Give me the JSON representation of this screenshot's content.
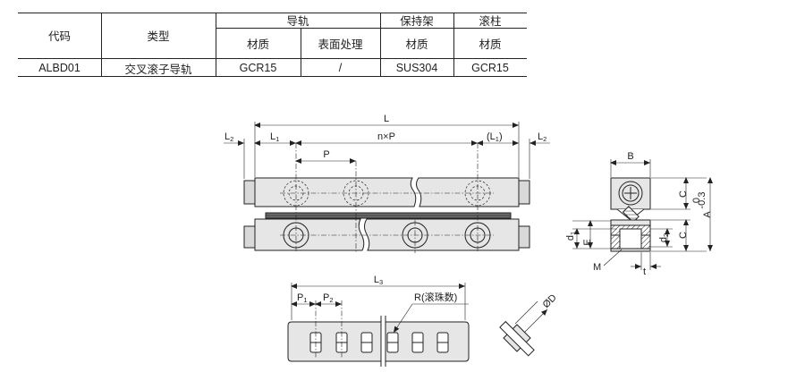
{
  "table": {
    "col_code": "代码",
    "col_type": "类型",
    "group_rail": "导轨",
    "group_cage": "保持架",
    "group_roller": "滚柱",
    "sub_material": "材质",
    "sub_surface": "表面处理",
    "row": {
      "code": "ALBD01",
      "type": "交叉滚子导轨",
      "rail_material": "GCR15",
      "rail_surface": "/",
      "cage_material": "SUS304",
      "roller_material": "GCR15"
    }
  },
  "drawing": {
    "front_view": {
      "L": "L",
      "L1": "L",
      "L1_sub": "1",
      "L2": "L",
      "L2_sub": "2",
      "nP": "n×P",
      "L1_paren": "(L",
      "L1_paren_sub": "1",
      "L1_paren_close": ")",
      "P": "P"
    },
    "side_view": {
      "B": "B",
      "C": "C",
      "A": "A",
      "A_tol_upper": "0",
      "A_tol_lower": "-0.3",
      "d1": "d",
      "d1_sub": "1",
      "d2": "d",
      "d2_sub": "2",
      "E": "E",
      "M": "M",
      "t": "t"
    },
    "cage_view": {
      "L3": "L",
      "L3_sub": "3",
      "P1": "P",
      "P1_sub": "1",
      "P2": "P",
      "P2_sub": "2",
      "R": "R(滚珠数)"
    },
    "roller_view": {
      "D": "ØD"
    }
  }
}
